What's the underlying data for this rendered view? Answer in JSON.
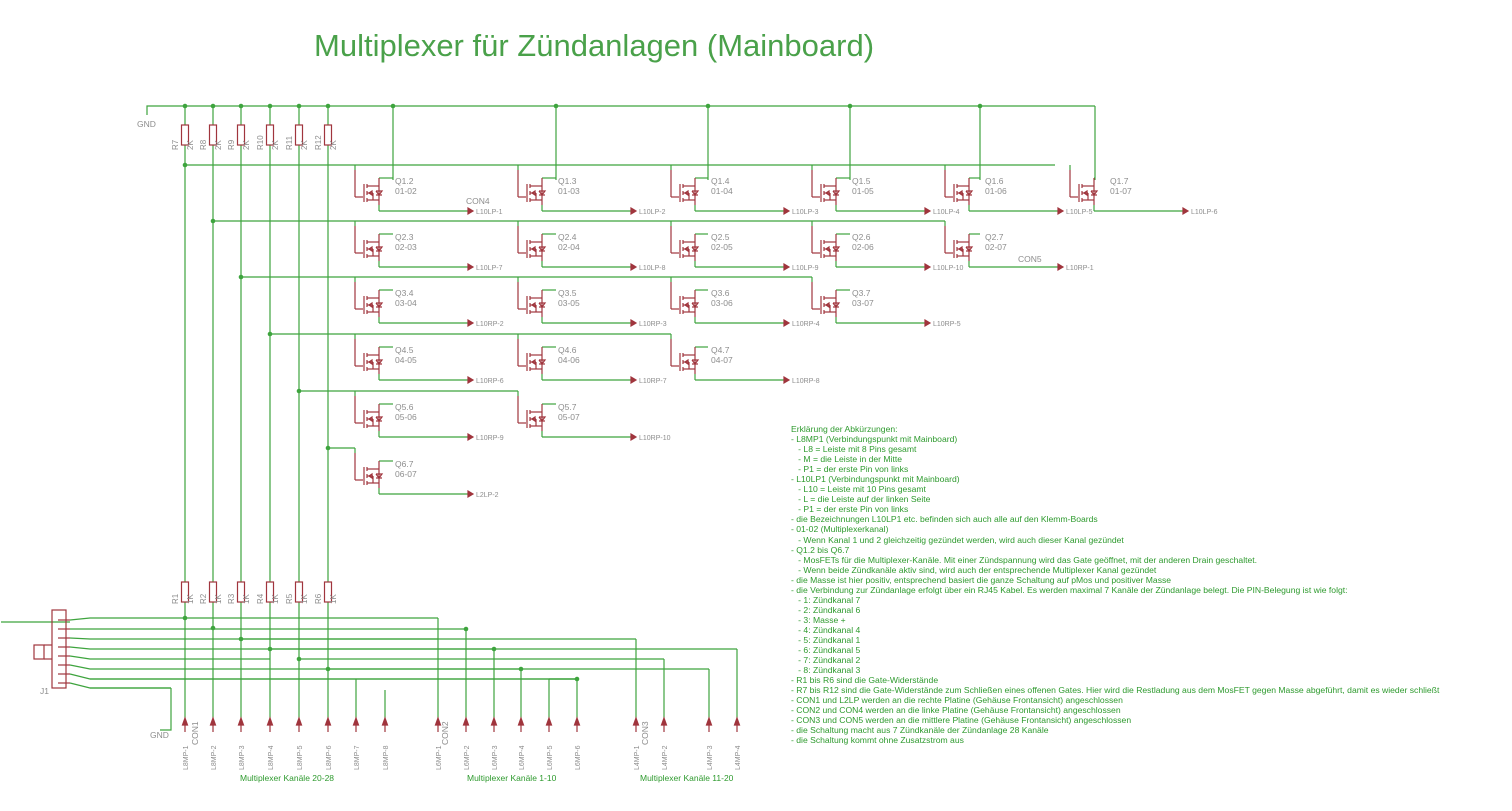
{
  "title": "Multiplexer für Zündanlagen (Mainboard)",
  "colors": {
    "wire": "#3ea43e",
    "part": "#a0353d",
    "label": "#8d8d8d",
    "note": "#2e9a2e",
    "background": "#ffffff"
  },
  "gnd_labels": [
    "GND",
    "GND"
  ],
  "gate_resistors": [
    {
      "name": "R7",
      "value": "2K"
    },
    {
      "name": "R8",
      "value": "2K"
    },
    {
      "name": "R9",
      "value": "2K"
    },
    {
      "name": "R10",
      "value": "2K"
    },
    {
      "name": "R11",
      "value": "2K"
    },
    {
      "name": "R12",
      "value": "2K"
    }
  ],
  "bottom_resistors": [
    {
      "name": "R1",
      "value": "1K"
    },
    {
      "name": "R2",
      "value": "1K"
    },
    {
      "name": "R3",
      "value": "1K"
    },
    {
      "name": "R4",
      "value": "1K"
    },
    {
      "name": "R5",
      "value": "1K"
    },
    {
      "name": "R6",
      "value": "1K"
    }
  ],
  "mosfets": [
    {
      "name": "Q1.2",
      "label": "01-02",
      "out": "L10LP-1"
    },
    {
      "name": "Q1.3",
      "label": "01-03",
      "out": "L10LP-2"
    },
    {
      "name": "Q1.4",
      "label": "01-04",
      "out": "L10LP-3"
    },
    {
      "name": "Q1.5",
      "label": "01-05",
      "out": "L10LP-4"
    },
    {
      "name": "Q1.6",
      "label": "01-06",
      "out": "L10LP-5"
    },
    {
      "name": "Q1.7",
      "label": "01-07",
      "out": "L10LP-6"
    },
    {
      "name": "Q2.3",
      "label": "02-03",
      "out": "L10LP-7"
    },
    {
      "name": "Q2.4",
      "label": "02-04",
      "out": "L10LP-8"
    },
    {
      "name": "Q2.5",
      "label": "02-05",
      "out": "L10LP-9"
    },
    {
      "name": "Q2.6",
      "label": "02-06",
      "out": "L10LP-10"
    },
    {
      "name": "Q2.7",
      "label": "02-07",
      "out": "L10RP-1"
    },
    {
      "name": "Q3.4",
      "label": "03-04",
      "out": "L10RP-2"
    },
    {
      "name": "Q3.5",
      "label": "03-05",
      "out": "L10RP-3"
    },
    {
      "name": "Q3.6",
      "label": "03-06",
      "out": "L10RP-4"
    },
    {
      "name": "Q3.7",
      "label": "03-07",
      "out": "L10RP-5"
    },
    {
      "name": "Q4.5",
      "label": "04-05",
      "out": "L10RP-6"
    },
    {
      "name": "Q4.6",
      "label": "04-06",
      "out": "L10RP-7"
    },
    {
      "name": "Q4.7",
      "label": "04-07",
      "out": "L10RP-8"
    },
    {
      "name": "Q5.6",
      "label": "05-06",
      "out": "L10RP-9"
    },
    {
      "name": "Q5.7",
      "label": "05-07",
      "out": "L10RP-10"
    },
    {
      "name": "Q6.7",
      "label": "06-07",
      "out": "L2LP-2"
    }
  ],
  "connector_labels": {
    "con4": "CON4",
    "con5": "CON5",
    "con1": "CON1",
    "con2": "CON2",
    "con3": "CON3",
    "j1": "J1"
  },
  "pins": {
    "con1": [
      "L8MP-1",
      "L8MP-2",
      "L8MP-3",
      "L8MP-4",
      "L8MP-5",
      "L8MP-6",
      "L8MP-7",
      "L8MP-8"
    ],
    "con2": [
      "L6MP-1",
      "L6MP-2",
      "L6MP-3",
      "L6MP-4",
      "L6MP-5",
      "L6MP-6"
    ],
    "con3": [
      "L4MP-1",
      "L4MP-2",
      "L4MP-3",
      "L4MP-4"
    ]
  },
  "group_labels": [
    "Multiplexer Kanäle 20-28",
    "Multiplexer Kanäle 1-10",
    "Multiplexer Kanäle 11-20"
  ],
  "notes": [
    "Erklärung der Abkürzungen:",
    "- L8MP1 (Verbindungspunkt mit Mainboard)",
    "   - L8 = Leiste mit 8 Pins gesamt",
    "   - M = die Leiste in der Mitte",
    "   - P1 = der erste Pin von links",
    "- L10LP1 (Verbindungspunkt mit Mainboard)",
    "   - L10 = Leiste mit 10 Pins gesamt",
    "   - L = die Leiste auf der linken Seite",
    "   - P1 = der erste Pin von links",
    "- die Bezeichnungen L10LP1 etc. befinden sich auch alle auf den Klemm-Boards",
    "- 01-02 (Multiplexerkanal)",
    "   - Wenn Kanal 1 und 2 gleichzeitig gezündet werden, wird auch dieser Kanal gezündet",
    "- Q1.2 bis Q6.7",
    "   - MosFETs für die Multiplexer-Kanäle. Mit einer Zündspannung wird das Gate geöffnet, mit der anderen Drain geschaltet.",
    "   - Wenn beide Zündkanäle aktiv sind, wird auch der entsprechende Multiplexer Kanal gezündet",
    "- die Masse ist hier positiv, entsprechend basiert die ganze Schaltung auf pMos und positiver Masse",
    "- die Verbindung zur Zündanlage erfolgt über ein RJ45 Kabel. Es werden maximal 7 Kanäle der Zündanlage belegt. Die PIN-Belegung ist wie folgt:",
    "   - 1: Zündkanal 7",
    "   - 2: Zündkanal 6",
    "   - 3: Masse +",
    "   - 4: Zündkanal 4",
    "   - 5: Zündkanal 1",
    "   - 6: Zündkanal 5",
    "   - 7: Zündkanal 2",
    "   - 8: Zündkanal 3",
    "- R1 bis R6 sind die Gate-Widerstände",
    "- R7 bis R12 sind die Gate-Widerstände zum Schließen eines offenen Gates. Hier wird die Restladung aus dem MosFET gegen Masse abgeführt, damit es wieder schließt",
    "- CON1 und L2LP werden an die rechte Platine (Gehäuse Frontansicht) angeschlossen",
    "- CON2 und CON4 werden an die linke Platine (Gehäuse Frontansicht) angeschlossen",
    "- CON3 und CON5 werden an die mittlere Platine (Gehäuse Frontansicht) angeschlossen",
    "- die Schaltung macht aus 7 Zündkanäle der Zündanlage 28 Kanäle",
    "- die Schaltung kommt ohne Zusatzstrom aus"
  ]
}
